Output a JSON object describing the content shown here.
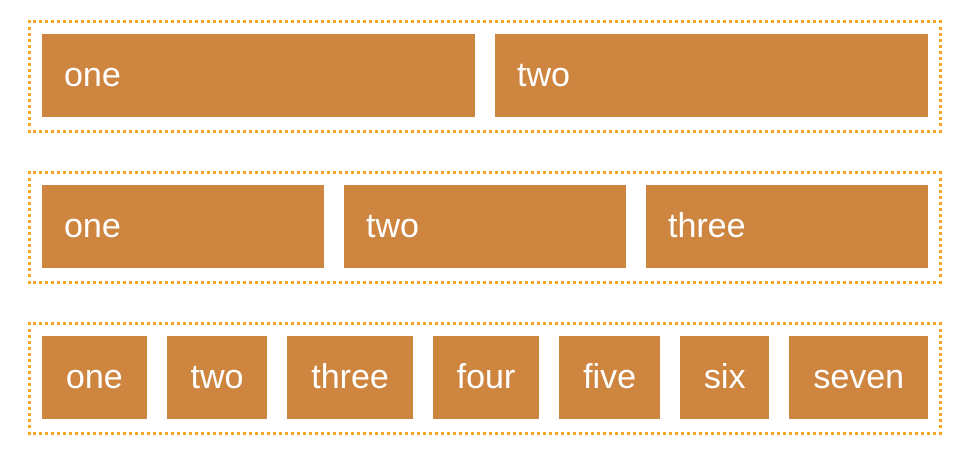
{
  "rows": [
    {
      "items": [
        "one",
        "two"
      ]
    },
    {
      "items": [
        "one",
        "two",
        "three"
      ]
    },
    {
      "items": [
        "one",
        "two",
        "three",
        "four",
        "five",
        "six",
        "seven"
      ]
    }
  ],
  "colors": {
    "item_background": "#cd853f",
    "item_text": "#ffffff",
    "container_border": "#f5a623"
  }
}
